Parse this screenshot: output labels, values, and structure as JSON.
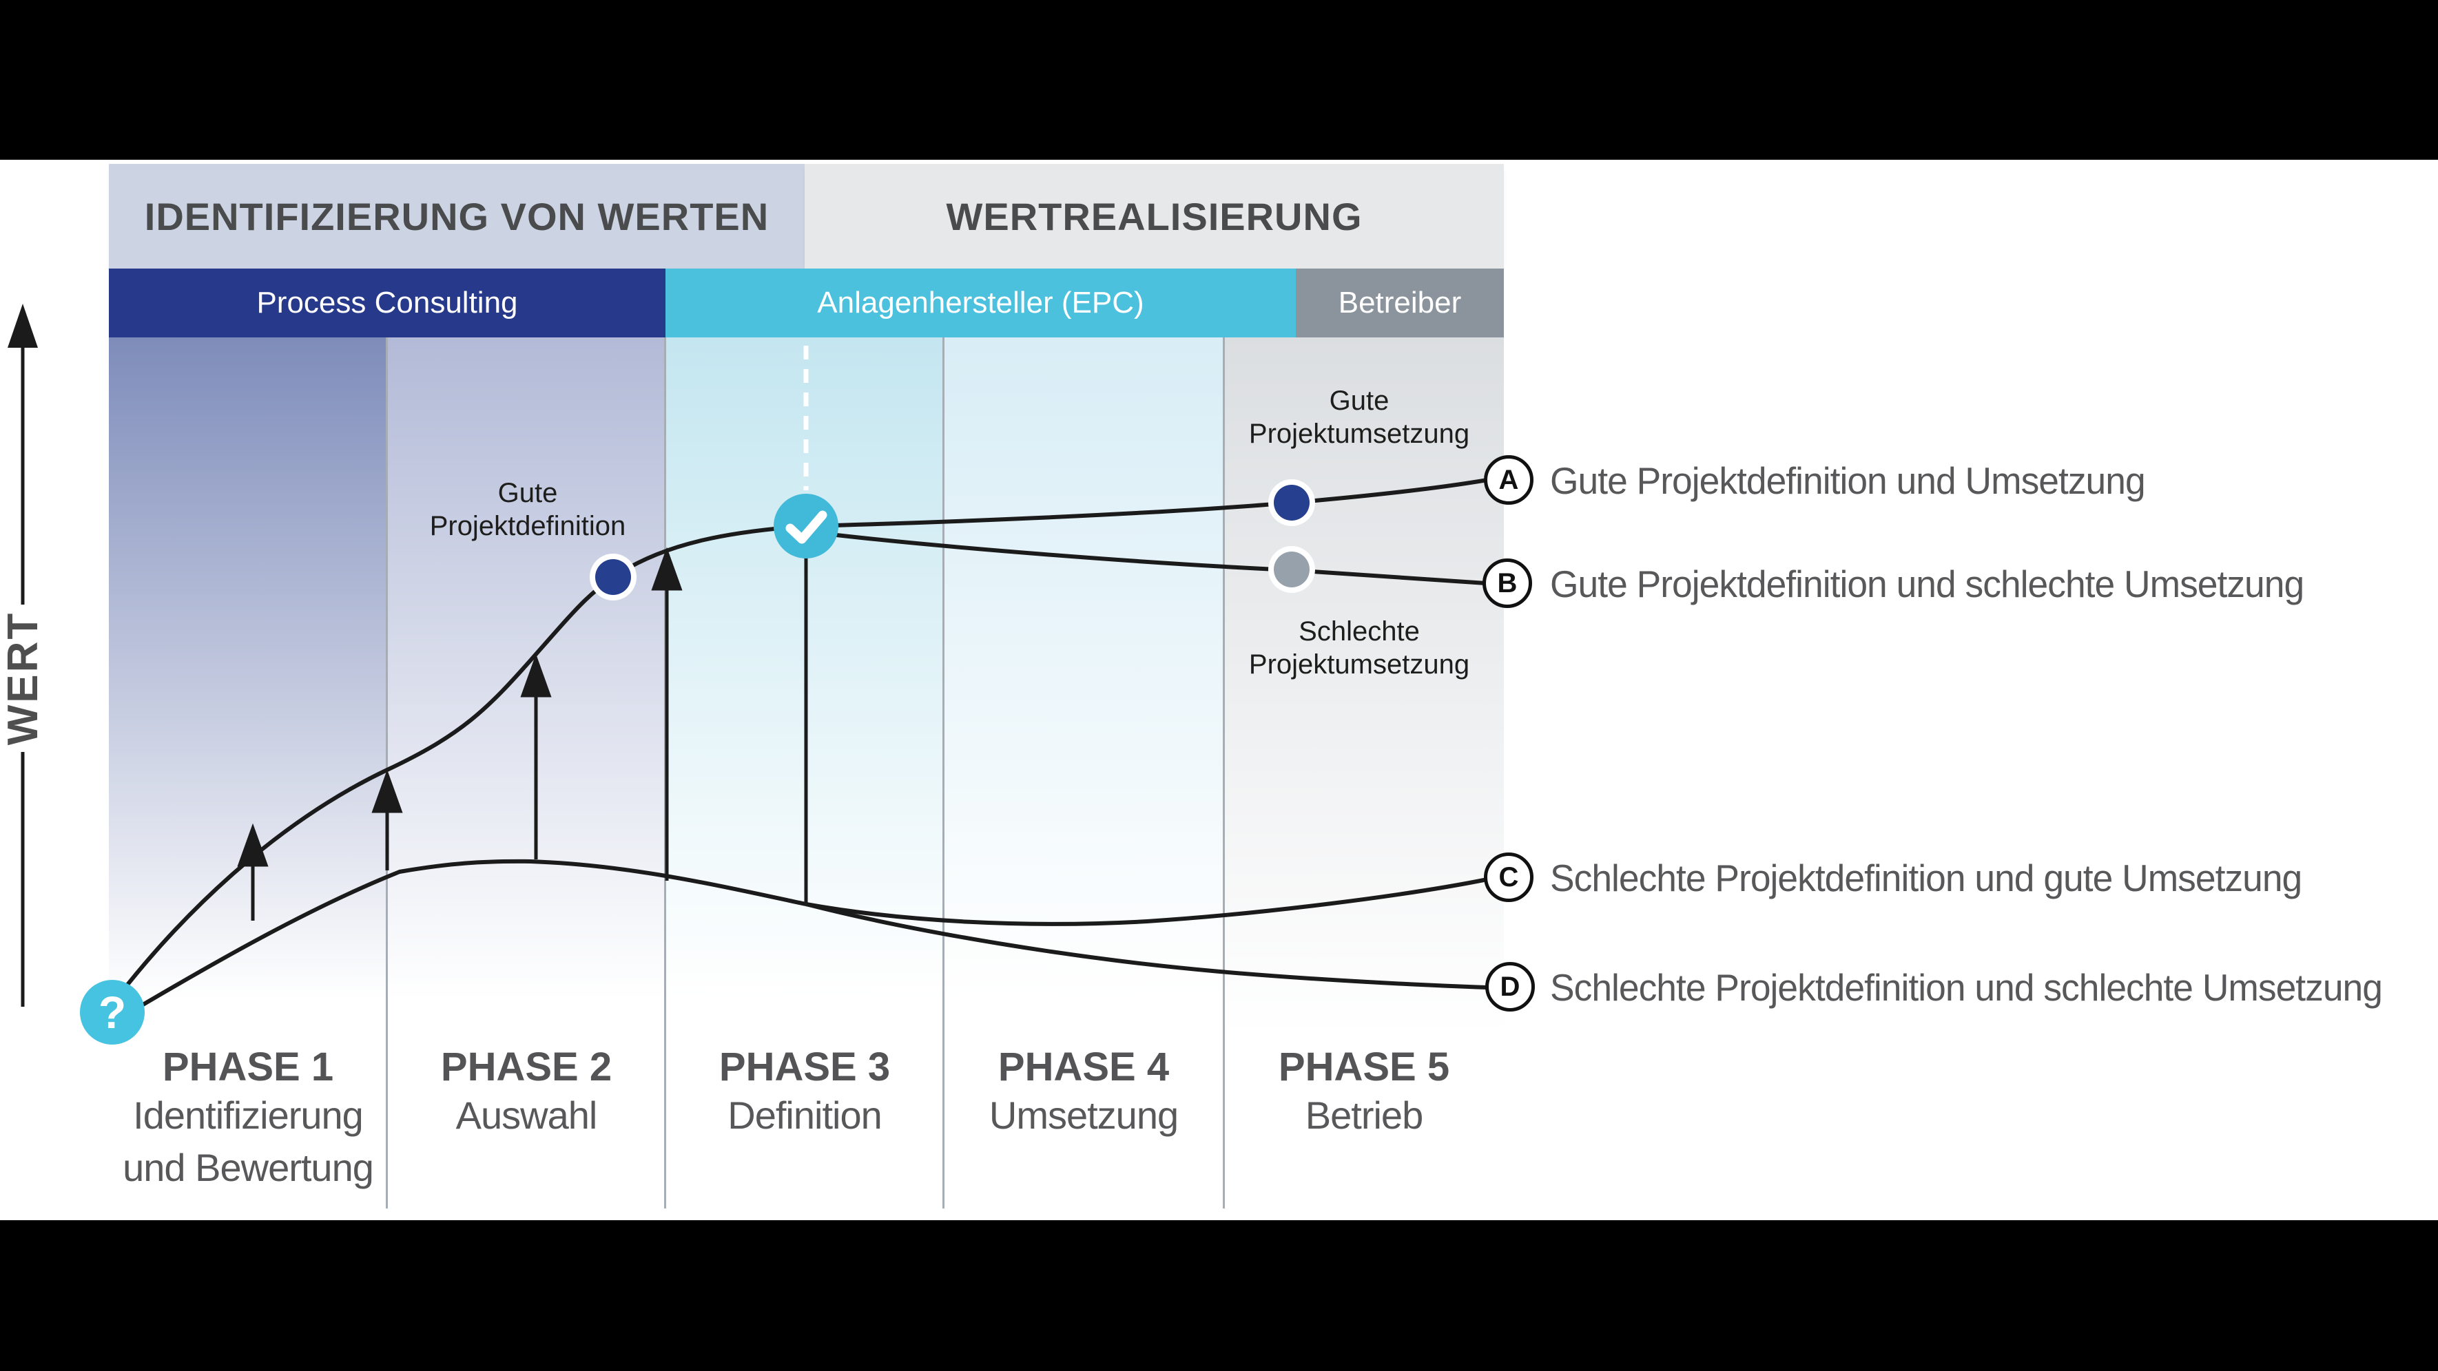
{
  "title_bands": {
    "value_identification": "IDENTIFIZIERUNG VON WERTEN",
    "value_realization": "WERTREALISIERUNG"
  },
  "roles": {
    "process_consulting": "Process Consulting",
    "plant_manufacturer": "Anlagenhersteller (EPC)",
    "operator": "Betreiber"
  },
  "axis": {
    "label": "WERT"
  },
  "phases": [
    {
      "title": "PHASE 1",
      "lines": [
        "Identifizierung",
        "und Bewertung"
      ]
    },
    {
      "title": "PHASE 2",
      "lines": [
        "Auswahl"
      ]
    },
    {
      "title": "PHASE 3",
      "lines": [
        "Definition"
      ]
    },
    {
      "title": "PHASE 4",
      "lines": [
        "Umsetzung"
      ]
    },
    {
      "title": "PHASE 5",
      "lines": [
        "Betrieb"
      ]
    }
  ],
  "annotations": {
    "good_definition": [
      "Gute",
      "Projektdefinition"
    ],
    "good_implementation": [
      "Gute",
      "Projektumsetzung"
    ],
    "bad_implementation": [
      "Schlechte",
      "Projektumsetzung"
    ],
    "question_mark": "?"
  },
  "legend": [
    {
      "key": "A",
      "label": "Gute Projektdefinition und Umsetzung"
    },
    {
      "key": "B",
      "label": "Gute Projektdefinition und schlechte Umsetzung"
    },
    {
      "key": "C",
      "label": "Schlechte Projektdefinition und gute Umsetzung"
    },
    {
      "key": "D",
      "label": "Schlechte Projektdefinition und schlechte Umsetzung"
    }
  ],
  "colors": {
    "black_bar": "#000000",
    "content_bg": "#ffffff",
    "header_identification_bg": "#ccd3e2",
    "header_realization_bg": "#e7e8ea",
    "header_text": "#4a4b4d",
    "consulting_bg": "#27398b",
    "epc_bg": "#4cc1dd",
    "operator_bg": "#8b949c",
    "band_text": "#ffffff",
    "col1": "#7e8cba",
    "col2": "#b2bad7",
    "col3": "#c4e6f0",
    "col4": "#d8edf6",
    "col5": "#dbdee1",
    "separator": "#a7adb5",
    "ink": "#1b1b1b",
    "label_gray": "#58585a",
    "accent_cyan": "#45c3e0",
    "check_cyan": "#41bad9",
    "dot_navy": "#263f8e",
    "dot_gray": "#97a1ac",
    "circle_border": "#111111"
  }
}
